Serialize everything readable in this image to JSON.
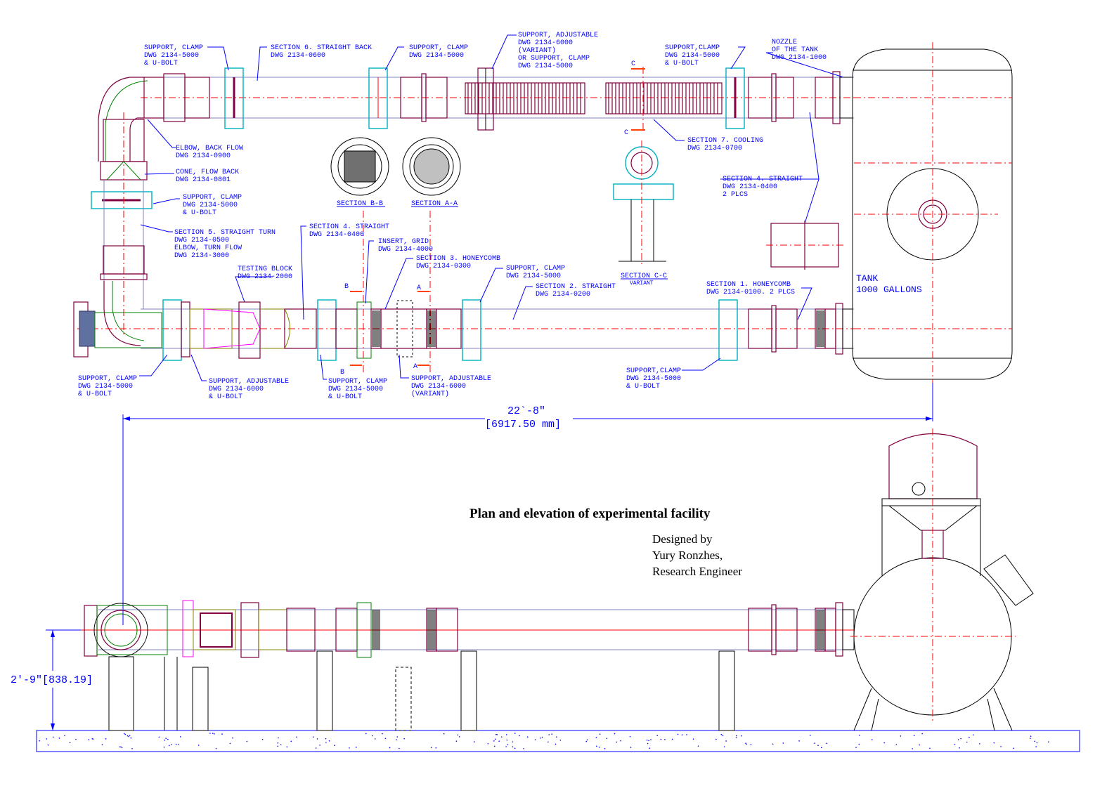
{
  "drawing": {
    "title": "Plan and elevation of experimental facility",
    "credit": [
      "Designed by",
      "Yury Ronzhes,",
      "Research Engineer"
    ],
    "dimensions": {
      "length_imperial": "22`-8\"",
      "length_metric": "[6917.50 mm]",
      "height": "2'-9\"[838.19]"
    },
    "tank_label": [
      "TANK",
      "1000  GALLONS"
    ],
    "section_markers": [
      "B",
      "B",
      "A",
      "A",
      "C",
      "C"
    ],
    "section_titles": [
      "SECTION B-B",
      "SECTION A-A",
      "SECTION C-C",
      "VARIANT"
    ],
    "callouts": [
      {
        "lines": [
          "SUPPORT, CLAMP",
          "DWG 2134-5000",
          "& U-BOLT"
        ]
      },
      {
        "lines": [
          "SECTION 6. STRAIGHT BACK",
          "DWG 2134-0600"
        ]
      },
      {
        "lines": [
          "SUPPORT, CLAMP",
          "DWG 2134-5000"
        ]
      },
      {
        "lines": [
          "SUPPORT, ADJUSTABLE",
          "DWG 2134-6000",
          "(VARIANT)",
          "OR SUPPORT, CLAMP",
          "DWG 2134-5000"
        ]
      },
      {
        "lines": [
          "SUPPORT,CLAMP",
          "DWG 2134-5000",
          "& U-BOLT"
        ]
      },
      {
        "lines": [
          "NOZZLE",
          "OF THE TANK",
          "DWG 2134-1000"
        ]
      },
      {
        "lines": [
          "ELBOW, BACK FLOW",
          "DWG 2134-0900"
        ]
      },
      {
        "lines": [
          "CONE, FLOW BACK",
          "DWG 2134-0801"
        ]
      },
      {
        "lines": [
          "SUPPORT, CLAMP",
          "DWG 2134-5000",
          "& U-BOLT"
        ]
      },
      {
        "lines": [
          "SECTION 5. STRAIGHT TURN",
          "DWG 2134-0500",
          "ELBOW, TURN FLOW",
          "DWG 2134-3000"
        ]
      },
      {
        "lines": [
          "SECTION 7. COOLING",
          "DWG 2134-0700"
        ]
      },
      {
        "lines": [
          "SECTION 4. STRAIGHT",
          "DWG 2134-0400",
          "2 PLCS"
        ]
      },
      {
        "lines": [
          "SECTION 4. STRAIGHT",
          "DWG 2134-0400"
        ]
      },
      {
        "lines": [
          "INSERT, GRID",
          "DWG 2134-4000"
        ]
      },
      {
        "lines": [
          "SECTION 3. HONEYCOMB",
          "DWG 2134-0300"
        ]
      },
      {
        "lines": [
          "SUPPORT, CLAMP",
          "DWG 2134-5000"
        ]
      },
      {
        "lines": [
          "SECTION 2. STRAIGHT",
          "DWG 2134-0200"
        ]
      },
      {
        "lines": [
          "SECTION 1. HONEYCOMB",
          "DWG 2134-0100. 2 PLCS"
        ]
      },
      {
        "lines": [
          "TESTING BLOCK",
          "DWG 2134-2000"
        ]
      },
      {
        "lines": [
          "SUPPORT, CLAMP",
          "DWG 2134-5000",
          "& U-BOLT"
        ]
      },
      {
        "lines": [
          "SUPPORT, ADJUSTABLE",
          "DWG 2134-6000",
          "& U-BOLT"
        ]
      },
      {
        "lines": [
          "SUPPORT, CLAMP",
          "DWG 2134-5000",
          "& U-BOLT"
        ]
      },
      {
        "lines": [
          "SUPPORT, ADJUSTABLE",
          "DWG 2134-6000",
          "(VARIANT)"
        ]
      },
      {
        "lines": [
          "SUPPORT,CLAMP",
          "DWG 2134-5000",
          "& U-BOLT"
        ]
      }
    ],
    "colors": {
      "annotation": "#0000ff",
      "flange": "#800040",
      "centerline": "#ff0000",
      "support": "#00b0c0",
      "arrow": "#ff4000"
    }
  }
}
